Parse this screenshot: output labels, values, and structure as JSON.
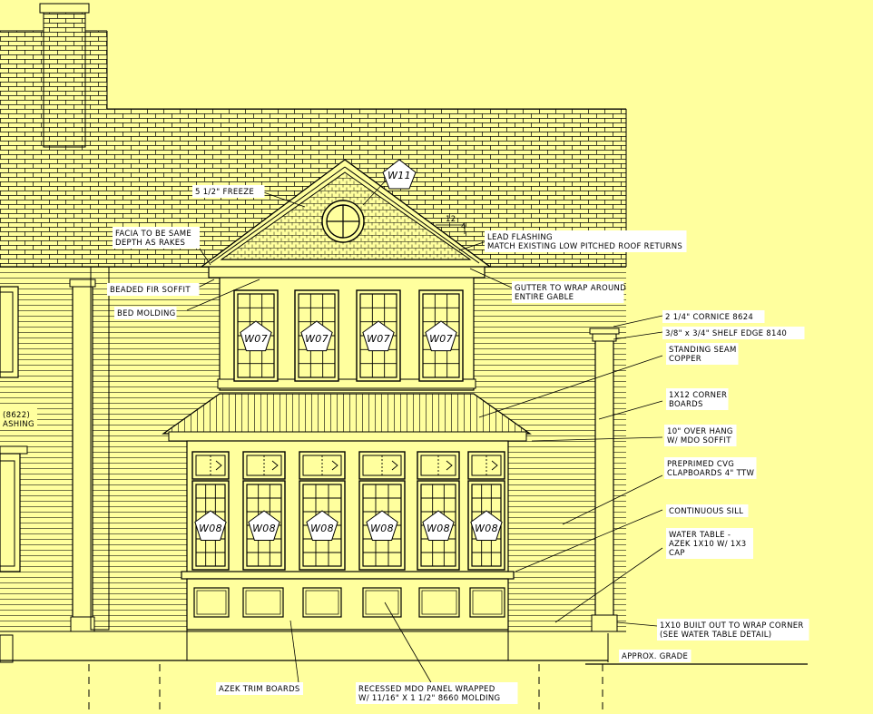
{
  "colors": {
    "paper": "#ffff9e",
    "ink": "#000000",
    "label_bg": "#ffffff"
  },
  "window_tags": {
    "upper": "W07",
    "lower": "W08",
    "gable": "W11"
  },
  "slope": {
    "run": "12",
    "rise": "4"
  },
  "annotations": [
    {
      "id": "freeze",
      "lines": [
        "5 1/2\" FREEZE"
      ]
    },
    {
      "id": "facia",
      "lines": [
        "FACIA TO BE SAME",
        "DEPTH AS RAKES"
      ]
    },
    {
      "id": "beaded-soffit",
      "lines": [
        "BEADED FIR SOFFIT"
      ]
    },
    {
      "id": "bed-molding",
      "lines": [
        "BED MOLDING"
      ]
    },
    {
      "id": "lead-flashing",
      "lines": [
        "LEAD FLASHING",
        "MATCH EXISTING LOW PITCHED ROOF RETURNS"
      ]
    },
    {
      "id": "gutter",
      "lines": [
        "GUTTER TO WRAP AROUND",
        "ENTIRE GABLE"
      ]
    },
    {
      "id": "cornice",
      "lines": [
        "2 1/4\" CORNICE 8624"
      ]
    },
    {
      "id": "shelf-edge",
      "lines": [
        "3/8\" x 3/4\" SHELF EDGE 8140"
      ]
    },
    {
      "id": "standing-seam",
      "lines": [
        "STANDING SEAM",
        "COPPER"
      ]
    },
    {
      "id": "corner-boards",
      "lines": [
        "1X12 CORNER",
        "BOARDS"
      ]
    },
    {
      "id": "overhang",
      "lines": [
        "10\" OVER HANG",
        "W/ MDO SOFFIT"
      ]
    },
    {
      "id": "clapboards",
      "lines": [
        "PREPRIMED CVG",
        "CLAPBOARDS 4\" TTW"
      ]
    },
    {
      "id": "sill",
      "lines": [
        "CONTINUOUS SILL"
      ]
    },
    {
      "id": "water-table",
      "lines": [
        "WATER TABLE -",
        "AZEK 1X10 W/ 1X3",
        "CAP"
      ]
    },
    {
      "id": "built-out",
      "lines": [
        "1X10 BUILT OUT TO WRAP CORNER",
        "(SEE WATER TABLE DETAIL)"
      ]
    },
    {
      "id": "grade",
      "lines": [
        "APPROX. GRADE"
      ]
    },
    {
      "id": "azek-trim",
      "lines": [
        "AZEK TRIM BOARDS"
      ]
    },
    {
      "id": "recessed-panel",
      "lines": [
        "RECESSED MDO PANEL WRAPPED",
        "W/ 11/16\" X 1 1/2\" 8660 MOLDING"
      ]
    },
    {
      "id": "left-edge",
      "lines": [
        "(8622)",
        "ASHING"
      ]
    }
  ]
}
